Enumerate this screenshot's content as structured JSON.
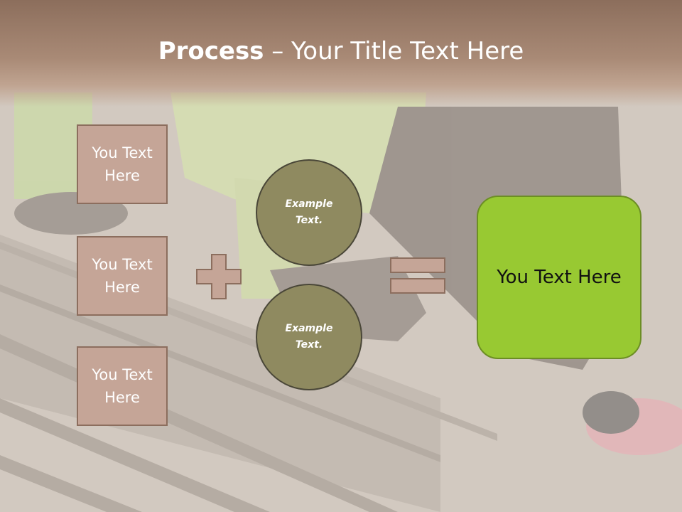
{
  "slide": {
    "title_bold": "Process",
    "title_rest": " – Your Title Text Here"
  },
  "inputs": [
    {
      "label": "You Text Here"
    },
    {
      "label": "You Text Here"
    },
    {
      "label": "You Text Here"
    }
  ],
  "circles": [
    {
      "label": "Example Text."
    },
    {
      "label": "Example Text."
    }
  ],
  "result": {
    "label": "You Text Here"
  },
  "colors": {
    "title_bar": "#8c6e5c",
    "box_fill": "#c5a597",
    "circle_fill": "#8f8a60",
    "result_fill": "#98c932"
  },
  "icons": [
    "plus-icon",
    "equals-icon"
  ]
}
